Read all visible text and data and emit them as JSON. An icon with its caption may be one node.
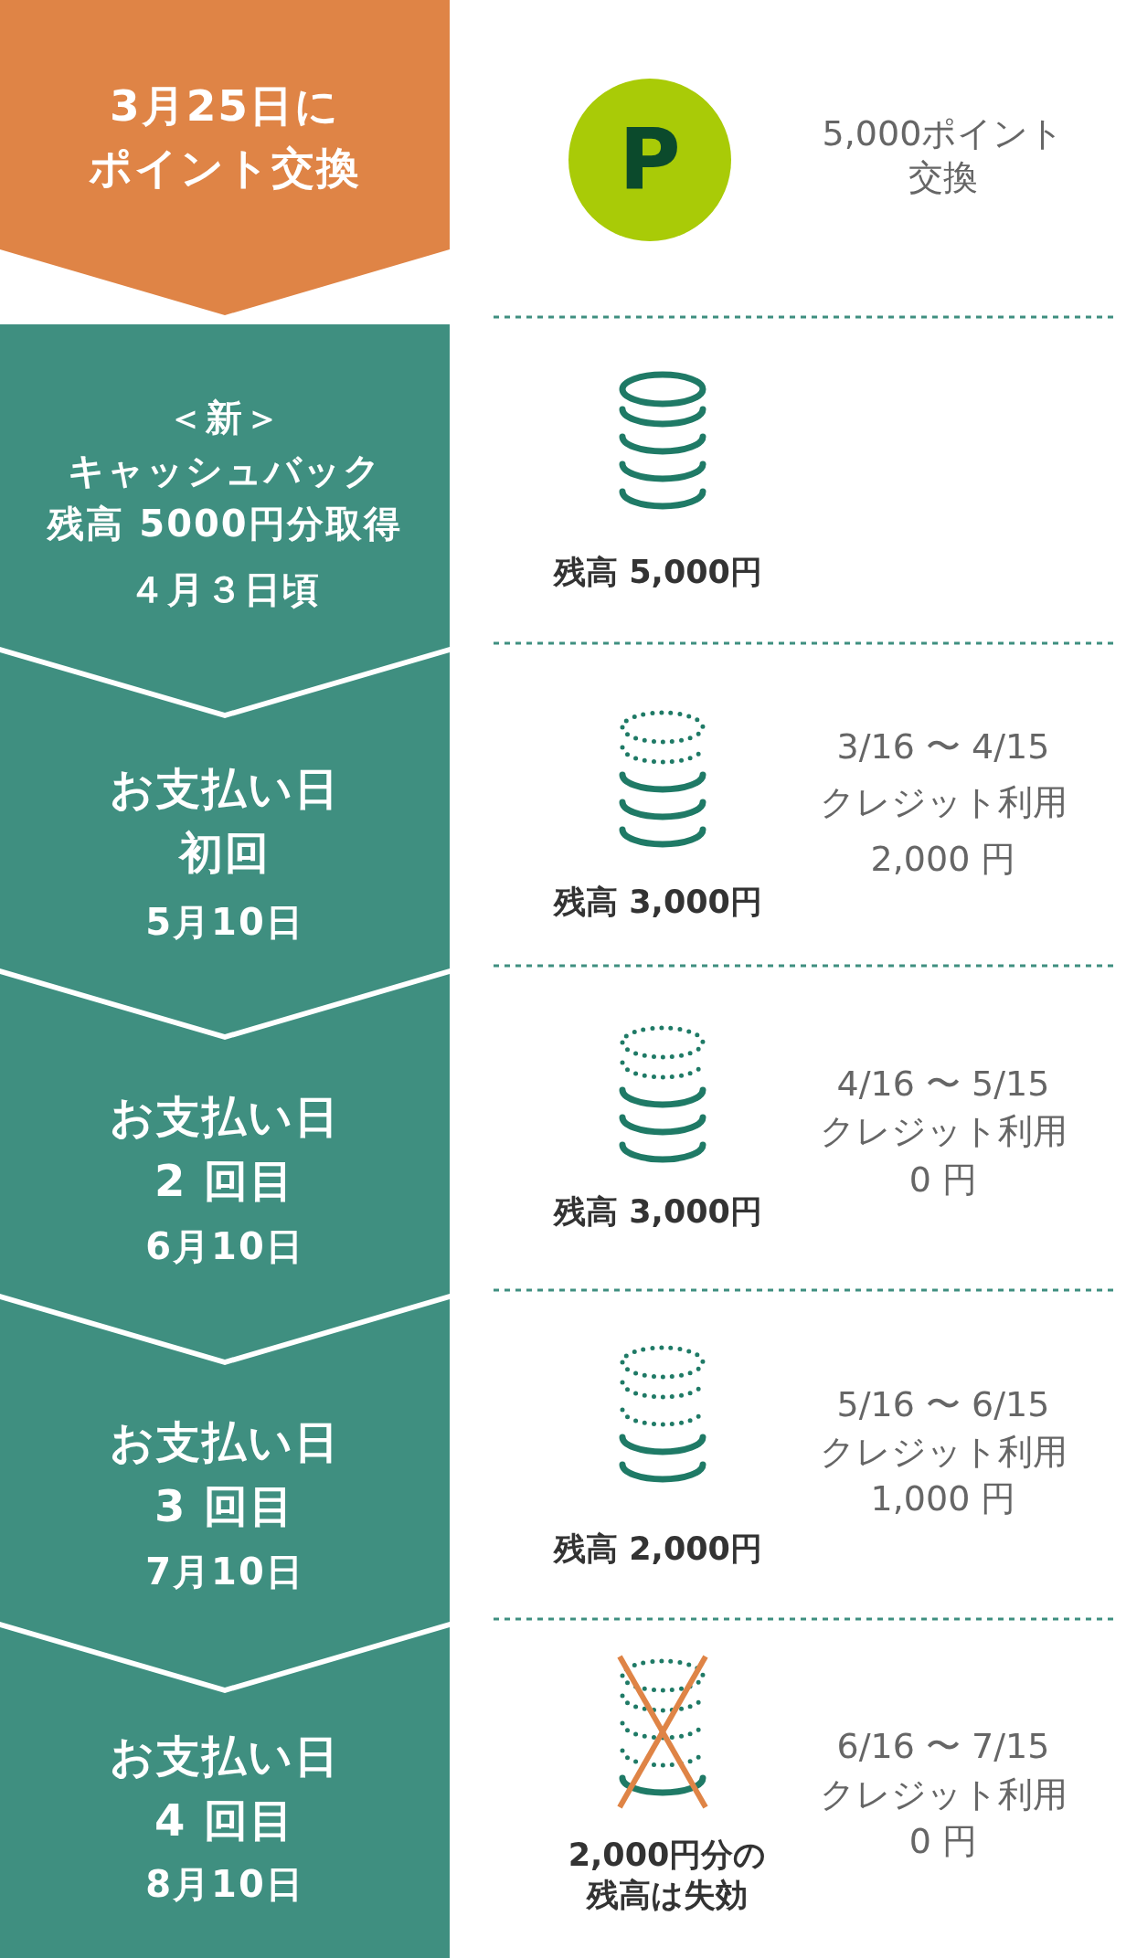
{
  "diagram": {
    "nodes": [
      {
        "text": [
          "3月25日にポイント交換"
        ]
      },
      {
        "text": [
          "＜新＞キャッシュバック残高 5000円分取得",
          "４月３日頃"
        ]
      },
      {
        "text": [
          "お支払い日初回",
          "5月10日"
        ]
      },
      {
        "text": [
          "お支払い日2 回目",
          "6月10日"
        ]
      },
      {
        "text": [
          "お支払い日3 回目",
          "7月10日"
        ]
      },
      {
        "text": [
          "お支払い日4 回目",
          "8月10日"
        ]
      },
      {
        "text": [
          "P"
        ]
      }
    ],
    "labels": [
      "5,000ポイント交換",
      "残高 5,000円",
      "3/16 〜 4/15",
      "クレジット利用",
      "2,000 円",
      "残高 3,000円",
      "4/16 〜 5/15",
      "クレジット利用",
      "0 円",
      "残高 3,000円",
      "5/16 〜 6/15",
      "クレジット利用",
      "1,000 円",
      "残高 2,000円",
      "6/16 〜 7/15",
      "クレジット利用",
      "0 円",
      "2,000円分の残高は失効"
    ]
  }
}
